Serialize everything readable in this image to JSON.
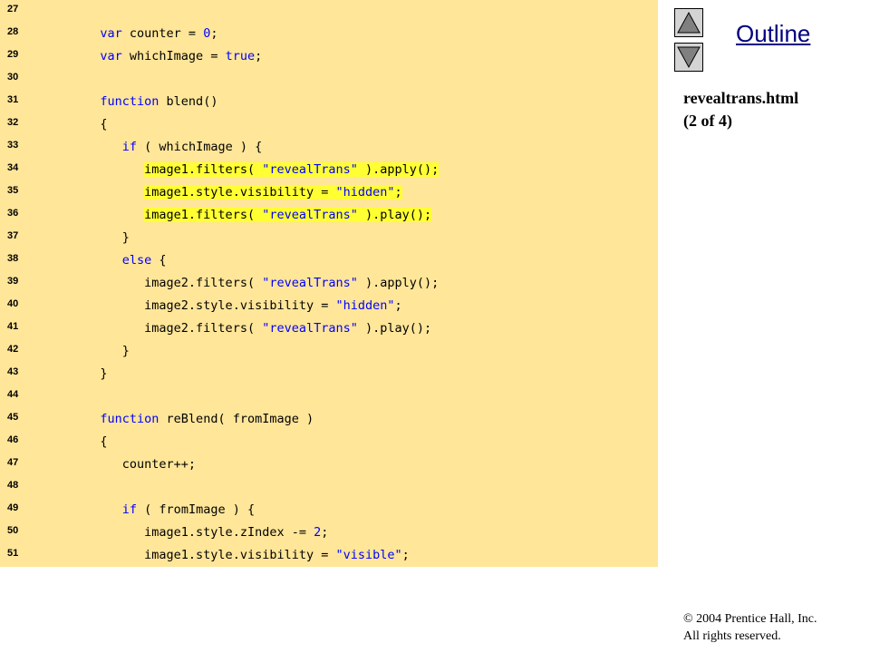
{
  "sidebar": {
    "outline_label": "Outline",
    "file_name": "revealtrans.html",
    "page_index": "(2 of 4)",
    "up_icon": "triangle-up-icon",
    "down_icon": "triangle-down-icon"
  },
  "footer": {
    "copyright_line1": "2004 Prentice Hall, Inc.",
    "copyright_line2": "All rights reserved."
  },
  "colors": {
    "code_background": "#ffe699",
    "highlight": "#ffff33",
    "keyword": "#0000ff",
    "outline_link": "#000080"
  },
  "code_lines": [
    {
      "num": "27",
      "highlight": false,
      "tokens": []
    },
    {
      "num": "28",
      "highlight": false,
      "tokens": [
        [
          "t",
          "   "
        ],
        [
          "k",
          "var"
        ],
        [
          "t",
          " counter = "
        ],
        [
          "n",
          "0"
        ],
        [
          "t",
          ";"
        ]
      ]
    },
    {
      "num": "29",
      "highlight": false,
      "tokens": [
        [
          "t",
          "   "
        ],
        [
          "k",
          "var"
        ],
        [
          "t",
          " whichImage = "
        ],
        [
          "k",
          "true"
        ],
        [
          "t",
          ";"
        ]
      ]
    },
    {
      "num": "30",
      "highlight": false,
      "tokens": []
    },
    {
      "num": "31",
      "highlight": false,
      "tokens": [
        [
          "t",
          "   "
        ],
        [
          "k",
          "function"
        ],
        [
          "t",
          " blend()"
        ]
      ]
    },
    {
      "num": "32",
      "highlight": false,
      "tokens": [
        [
          "t",
          "   {"
        ]
      ]
    },
    {
      "num": "33",
      "highlight": false,
      "tokens": [
        [
          "t",
          "      "
        ],
        [
          "k",
          "if"
        ],
        [
          "t",
          " ( whichImage ) {"
        ]
      ]
    },
    {
      "num": "34",
      "highlight": true,
      "tokens": [
        [
          "t",
          "         image1.filters( "
        ],
        [
          "s",
          "\"revealTrans\""
        ],
        [
          "t",
          " ).apply();"
        ]
      ]
    },
    {
      "num": "35",
      "highlight": true,
      "tokens": [
        [
          "t",
          "         image1.style.visibility = "
        ],
        [
          "s",
          "\"hidden\""
        ],
        [
          "t",
          ";"
        ]
      ]
    },
    {
      "num": "36",
      "highlight": true,
      "tokens": [
        [
          "t",
          "         image1.filters( "
        ],
        [
          "s",
          "\"revealTrans\""
        ],
        [
          "t",
          " ).play();"
        ]
      ]
    },
    {
      "num": "37",
      "highlight": false,
      "tokens": [
        [
          "t",
          "      }"
        ]
      ]
    },
    {
      "num": "38",
      "highlight": false,
      "tokens": [
        [
          "t",
          "      "
        ],
        [
          "k",
          "else"
        ],
        [
          "t",
          " {"
        ]
      ]
    },
    {
      "num": "39",
      "highlight": false,
      "tokens": [
        [
          "t",
          "         image2.filters( "
        ],
        [
          "s",
          "\"revealTrans\""
        ],
        [
          "t",
          " ).apply();"
        ]
      ]
    },
    {
      "num": "40",
      "highlight": false,
      "tokens": [
        [
          "t",
          "         image2.style.visibility = "
        ],
        [
          "s",
          "\"hidden\""
        ],
        [
          "t",
          ";"
        ]
      ]
    },
    {
      "num": "41",
      "highlight": false,
      "tokens": [
        [
          "t",
          "         image2.filters( "
        ],
        [
          "s",
          "\"revealTrans\""
        ],
        [
          "t",
          " ).play();"
        ]
      ]
    },
    {
      "num": "42",
      "highlight": false,
      "tokens": [
        [
          "t",
          "      }"
        ]
      ]
    },
    {
      "num": "43",
      "highlight": false,
      "tokens": [
        [
          "t",
          "   }"
        ]
      ]
    },
    {
      "num": "44",
      "highlight": false,
      "tokens": []
    },
    {
      "num": "45",
      "highlight": false,
      "tokens": [
        [
          "t",
          "   "
        ],
        [
          "k",
          "function"
        ],
        [
          "t",
          " reBlend( fromImage )"
        ]
      ]
    },
    {
      "num": "46",
      "highlight": false,
      "tokens": [
        [
          "t",
          "   {"
        ]
      ]
    },
    {
      "num": "47",
      "highlight": false,
      "tokens": [
        [
          "t",
          "      counter++;"
        ]
      ]
    },
    {
      "num": "48",
      "highlight": false,
      "tokens": []
    },
    {
      "num": "49",
      "highlight": false,
      "tokens": [
        [
          "t",
          "      "
        ],
        [
          "k",
          "if"
        ],
        [
          "t",
          " ( fromImage ) {"
        ]
      ]
    },
    {
      "num": "50",
      "highlight": false,
      "tokens": [
        [
          "t",
          "         image1.style.zIndex -= "
        ],
        [
          "n",
          "2"
        ],
        [
          "t",
          ";"
        ]
      ]
    },
    {
      "num": "51",
      "highlight": false,
      "tokens": [
        [
          "t",
          "         image1.style.visibility = "
        ],
        [
          "s",
          "\"visible\""
        ],
        [
          "t",
          ";"
        ]
      ]
    }
  ]
}
